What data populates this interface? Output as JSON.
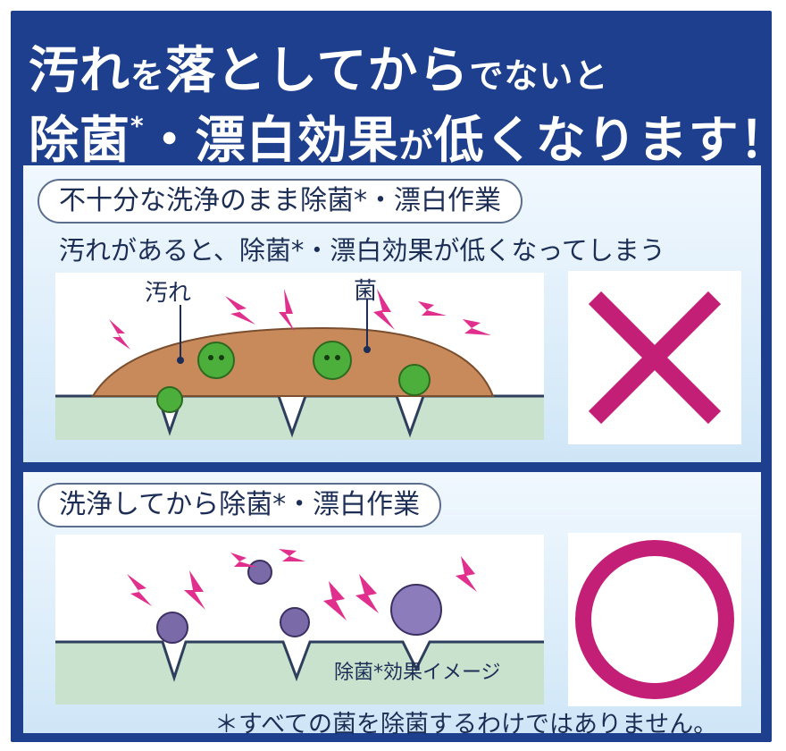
{
  "header": {
    "line1_big": "汚れ",
    "line1_small1": "を",
    "line1_big2": "落としてから",
    "line1_small2": "でないと",
    "line2_big": "除菌",
    "line2_mark": "*",
    "line2_big2": "・漂白効果",
    "line2_small": "が",
    "line2_big3": "低くなります！"
  },
  "bad_case": {
    "pill": "不十分な洗浄のまま除菌*・漂白作業",
    "subtitle": "汚れがあると、除菌*・漂白効果が低くなってしまう",
    "label_dirt": "汚れ",
    "label_germ": "菌",
    "verdict": "×"
  },
  "good_case": {
    "pill": "洗浄してから除菌*・漂白作業",
    "image_label": "除菌*効果イメージ",
    "verdict": "○"
  },
  "footnote": "＊すべての菌を除菌するわけではありません。",
  "colors": {
    "navy": "#1d3f8d",
    "magenta": "#c41f77",
    "dirt": "#c88a5a",
    "germ_green": "#4caf3c",
    "germ_purple": "#7a6aa8"
  }
}
